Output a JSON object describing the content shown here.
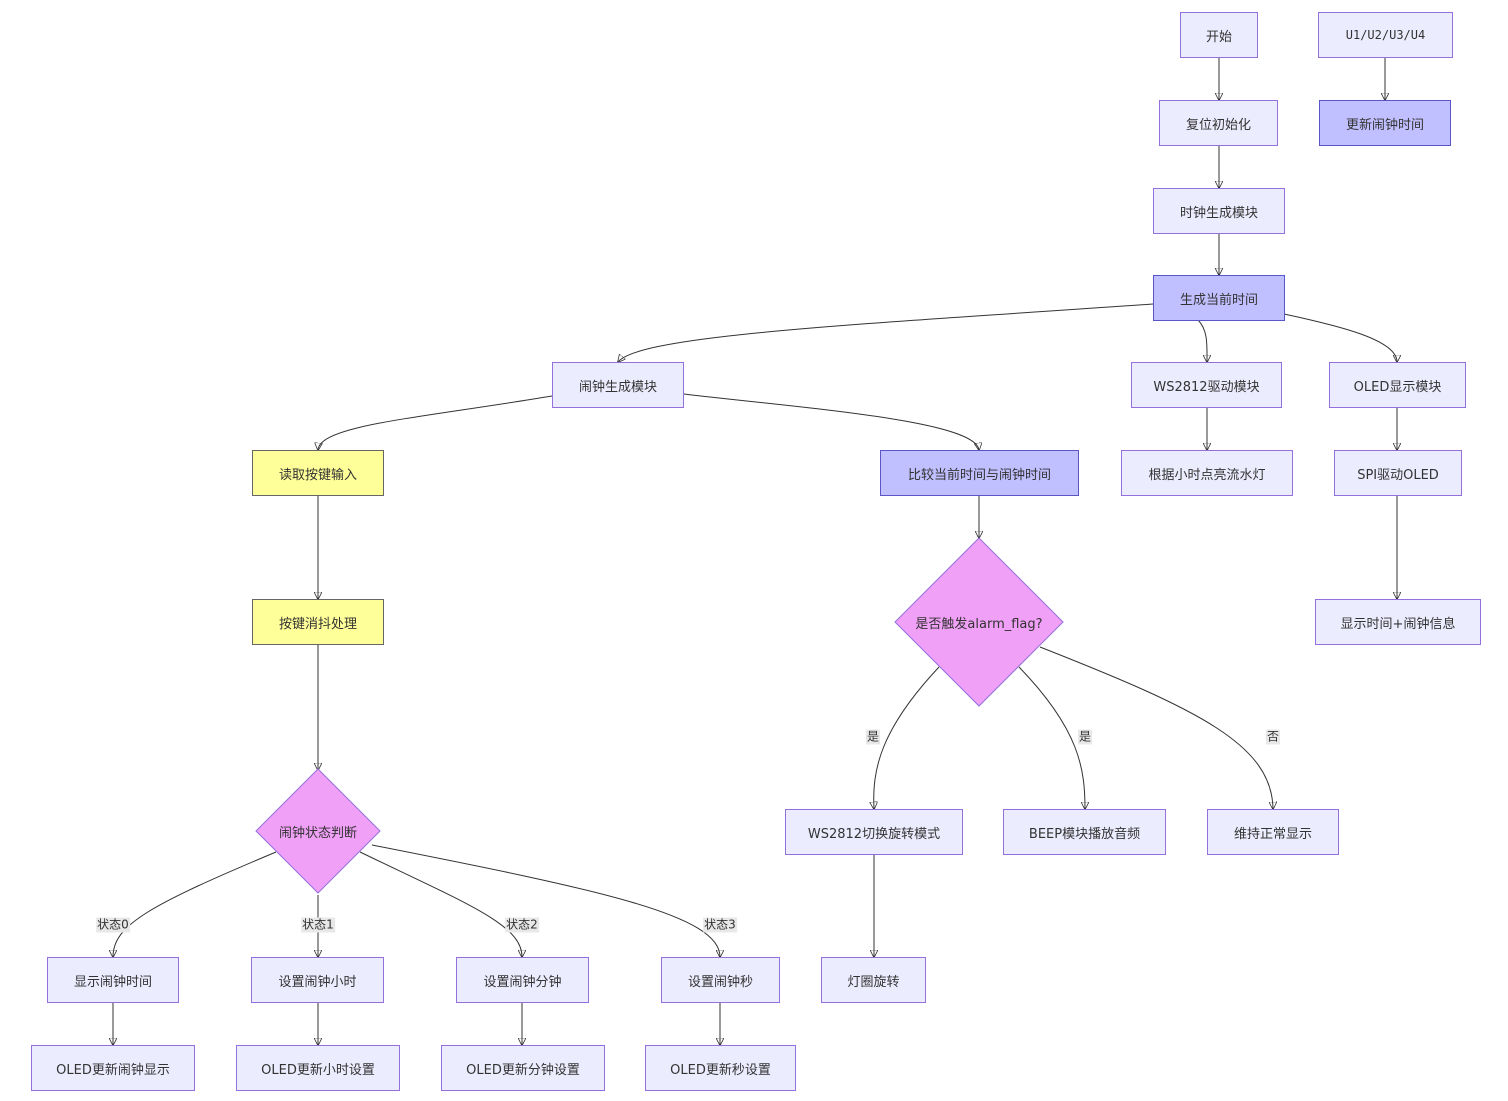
{
  "nodes": {
    "start": "开始",
    "reset_init": "复位初始化",
    "clock_gen": "时钟生成模块",
    "gen_time": "生成当前时间",
    "u_keys": "U1/U2/U3/U4",
    "update_alarm": "更新闹钟时间",
    "alarm_gen": "闹钟生成模块",
    "ws2812_drv": "WS2812驱动模块",
    "oled_disp": "OLED显示模块",
    "read_keys": "读取按键输入",
    "compare": "比较当前时间与闹钟时间",
    "led_flow": "根据小时点亮流水灯",
    "spi_oled": "SPI驱动OLED",
    "debounce": "按键消抖处理",
    "alarm_flag": "是否触发alarm_flag?",
    "show_info": "显示时间+闹钟信息",
    "alarm_state": "闹钟状态判断",
    "ws_rotate": "WS2812切换旋转模式",
    "beep": "BEEP模块播放音频",
    "normal": "维持正常显示",
    "show_alarm": "显示闹钟时间",
    "set_hour": "设置闹钟小时",
    "set_min": "设置闹钟分钟",
    "set_sec": "设置闹钟秒",
    "ring": "灯圈旋转",
    "oled_alarm": "OLED更新闹钟显示",
    "oled_hour": "OLED更新小时设置",
    "oled_min": "OLED更新分钟设置",
    "oled_sec": "OLED更新秒设置"
  },
  "edge_labels": {
    "yes1": "是",
    "yes2": "是",
    "no": "否",
    "state0": "状态0",
    "state1": "状态1",
    "state2": "状态2",
    "state3": "状态3"
  },
  "colors": {
    "default_fill": "#ececff",
    "default_stroke": "#9370db",
    "blue_fill": "#c0bfff",
    "yellow_fill": "#ffff99",
    "decision_fill": "#f0a0f6",
    "edge": "#333333"
  }
}
